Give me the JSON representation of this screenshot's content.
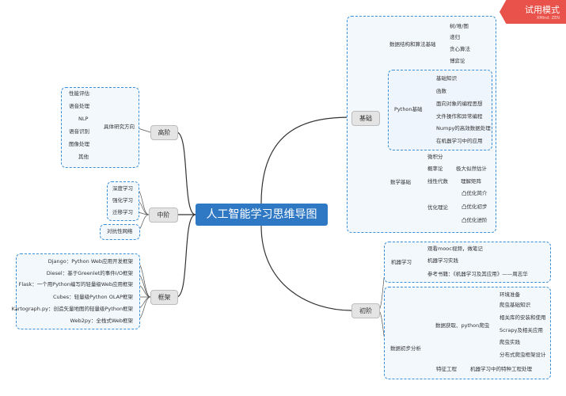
{
  "badge": {
    "mode": "试用模式",
    "brand": "XMind: ZEN"
  },
  "root": "人工智能学习思维导图",
  "branches": {
    "basic": "基础",
    "advanced": "高阶",
    "mid": "中阶",
    "framework": "框架",
    "beginner": "初阶"
  },
  "basic": {
    "ds": "数据结构和算法基础",
    "ds_items": [
      "树/堆/图",
      "递归",
      "贪心算法",
      "博弈论"
    ],
    "python": "Python基础",
    "python_items": [
      "基础知识",
      "函数",
      "面向对象的编程思想",
      "文件操作和异常编程",
      "Numpy的高效数据处理",
      "在机器学习中的应用"
    ],
    "math": "数学基础",
    "math_items": [
      "微积分",
      "概率论",
      "线性代数",
      "优化理论"
    ],
    "prob_child": "极大似然估计",
    "linalg_child": "理解矩阵",
    "opt_children": [
      "凸优化简介",
      "凸优化初步",
      "凸优化进阶"
    ]
  },
  "advanced": {
    "research": "具体研究方向",
    "items": [
      "性能评估",
      "语音处理",
      "NLP",
      "语音识别",
      "图像处理",
      "其他"
    ]
  },
  "mid": {
    "items": [
      "深度学习",
      "强化学习",
      "迁移学习"
    ],
    "extra": "对抗性网络"
  },
  "framework": {
    "items": [
      "Django：Python Web应用开发框架",
      "Diesel：基于Greenlet的事件I/O框架",
      "Flask：一个用Python编写的轻量级Web应用框架",
      "Cubes：轻量级Python OLAP框架",
      "Kartograph.py：创造矢量地图的轻量级Python框架",
      "Web2py：全栈式Web框架"
    ]
  },
  "beginner": {
    "ml": "机器学习",
    "ml_items": [
      "观看mooc视频，做笔记",
      "机器学习实践",
      "参考书籍：《机器学习及其应用》——周志华"
    ],
    "da": "数据初步分析",
    "crawl": "数据获取、python爬虫",
    "crawl_items": [
      "环境准备",
      "爬虫基础知识",
      "相关库的安装和使用",
      "Scrapy及相关应用",
      "爬虫实践",
      "分布式爬虫框架设计"
    ],
    "fe": "特征工程",
    "fe_child": "机器学习中的特种工程处理"
  }
}
